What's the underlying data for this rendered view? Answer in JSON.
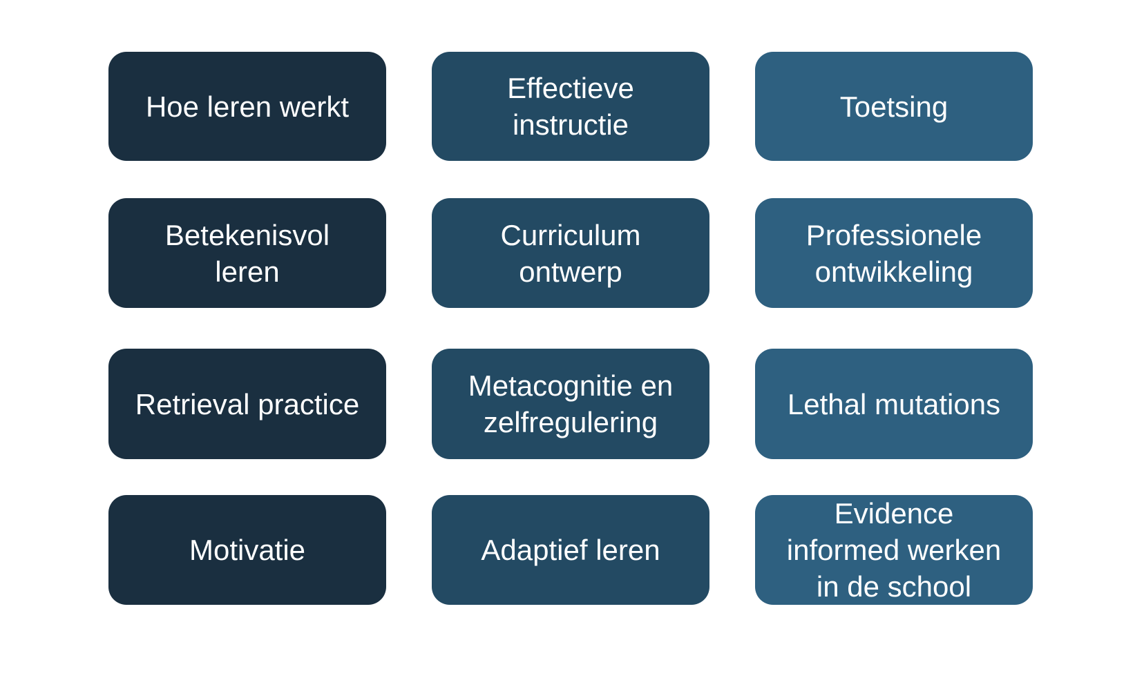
{
  "colors": {
    "column_1": "#1a2f40",
    "column_2": "#234a63",
    "column_3": "#2e6080",
    "text": "#ffffff",
    "background": "#ffffff"
  },
  "tiles": [
    {
      "label": "Hoe leren werkt",
      "row": 1,
      "col": 1
    },
    {
      "label": "Effectieve\ninstructie",
      "row": 1,
      "col": 2
    },
    {
      "label": "Toetsing",
      "row": 1,
      "col": 3
    },
    {
      "label": "Betekenisvol\nleren",
      "row": 2,
      "col": 1
    },
    {
      "label": "Curriculum\nontwerp",
      "row": 2,
      "col": 2
    },
    {
      "label": "Professionele\nontwikkeling",
      "row": 2,
      "col": 3
    },
    {
      "label": "Retrieval practice",
      "row": 3,
      "col": 1
    },
    {
      "label": "Metacognitie en\nzelfregulering",
      "row": 3,
      "col": 2
    },
    {
      "label": "Lethal mutations",
      "row": 3,
      "col": 3
    },
    {
      "label": "Motivatie",
      "row": 4,
      "col": 1
    },
    {
      "label": "Adaptief leren",
      "row": 4,
      "col": 2
    },
    {
      "label": "Evidence\ninformed werken\nin de school",
      "row": 4,
      "col": 3
    }
  ]
}
